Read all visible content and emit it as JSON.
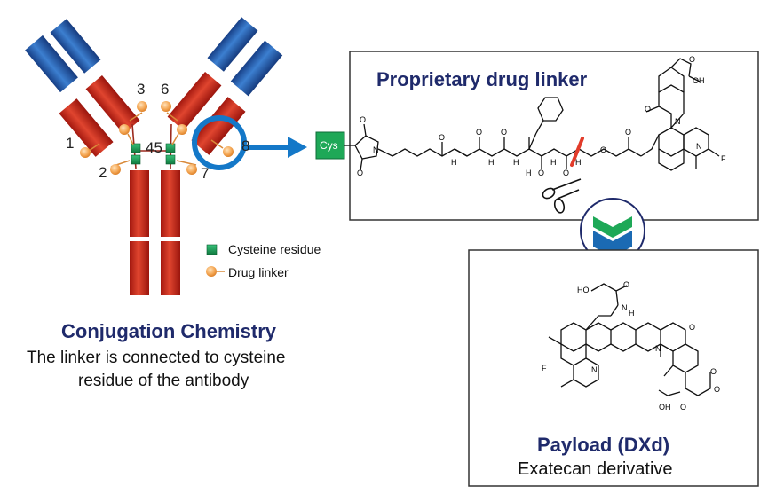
{
  "antibody": {
    "site_labels": [
      "1",
      "2",
      "3",
      "45",
      "6",
      "7",
      "8"
    ],
    "colors": {
      "heavy": "#c0261c",
      "light_variable": "#1f5aa6",
      "cysteine": "#1e9a5a",
      "drug": "#f2a553"
    }
  },
  "legend": {
    "cysteine_label": "Cysteine residue",
    "drug_label": "Drug linker"
  },
  "conjugation": {
    "title": "Conjugation Chemistry",
    "line1": "The linker is connected to cysteine",
    "line2": "residue of the antibody"
  },
  "linker_box": {
    "title": "Proprietary drug linker",
    "cys_label": "Cys",
    "atoms": [
      "O",
      "N",
      "O",
      "O",
      "H",
      "O",
      "H",
      "O",
      "H",
      "O",
      "H",
      "O",
      "O",
      "O",
      "OH",
      "N",
      "N",
      "F",
      "O",
      "O",
      "H",
      "H"
    ]
  },
  "payload_box": {
    "title": "Payload (DXd)",
    "subtitle": "Exatecan derivative",
    "atoms": [
      "HO",
      "O",
      "N",
      "H",
      "F",
      "N",
      "N",
      "O",
      "O",
      "O",
      "OH",
      "O"
    ]
  },
  "colors": {
    "title_navy": "#1f2a6b",
    "arrow_blue": "#1478c8",
    "logo_green": "#1ea857",
    "logo_blue": "#1b6ab3"
  }
}
